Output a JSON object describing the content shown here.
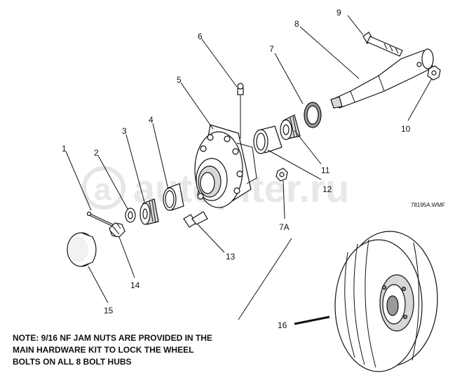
{
  "watermark": "autopiter.ru",
  "drawing_id": "78195A.WMF",
  "callouts": {
    "c1": "1",
    "c2": "2",
    "c3": "3",
    "c4": "4",
    "c5": "5",
    "c6": "6",
    "c7": "7",
    "c8": "8",
    "c9": "9",
    "c10": "10",
    "c11": "11",
    "c12": "12",
    "c13": "13",
    "c14": "14",
    "c15": "15",
    "c16": "16",
    "c7a": "7A"
  },
  "note_lines": [
    "NOTE: 9/16 NF JAM NUTS ARE PROVIDED IN THE",
    "MAIN HARDWARE KIT TO LOCK THE WHEEL",
    "BOLTS ON ALL 8 BOLT HUBS"
  ]
}
